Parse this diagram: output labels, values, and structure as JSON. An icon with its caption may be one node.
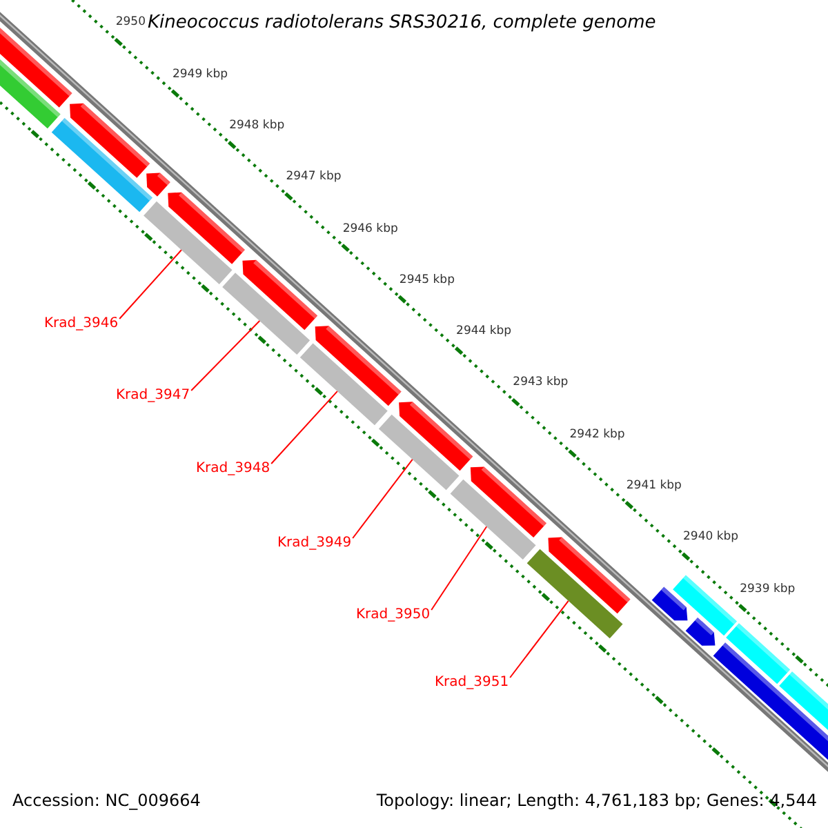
{
  "diagram": {
    "title": "Kineococcus radiotolerans SRS30216, complete genome",
    "nodes": [
      {
        "text": [
          "Krad_3946"
        ]
      },
      {
        "text": [
          "Krad_3947"
        ]
      },
      {
        "text": [
          "Krad_3948"
        ]
      },
      {
        "text": [
          "Krad_3949"
        ]
      },
      {
        "text": [
          "Krad_3950"
        ]
      },
      {
        "text": [
          "Krad_3951"
        ]
      },
      {
        "text": [],
        "shape": "bar"
      },
      {
        "text": [],
        "shape": "bar"
      },
      {
        "text": [],
        "shape": "bar"
      },
      {
        "text": [],
        "shape": "bar"
      },
      {
        "text": [],
        "shape": "bar"
      },
      {
        "text": [],
        "shape": "bar"
      }
    ],
    "edges": [
      {
        "from": 0,
        "to": 6,
        "arrow": "none"
      },
      {
        "from": 1,
        "to": 7,
        "arrow": "none"
      },
      {
        "from": 2,
        "to": 8,
        "arrow": "none"
      },
      {
        "from": 3,
        "to": 9,
        "arrow": "none"
      },
      {
        "from": 4,
        "to": 10,
        "arrow": "none"
      },
      {
        "from": 5,
        "to": 11,
        "arrow": "none"
      }
    ],
    "labels": [
      "2950",
      "2949 kbp",
      "2948 kbp",
      "2947 kbp",
      "2946 kbp",
      "2945 kbp",
      "2944 kbp",
      "2943 kbp",
      "2942 kbp",
      "2941 kbp",
      "2940 kbp",
      "2939 kbp",
      "Accession: NC_009664",
      "Topology: linear; Length: 4,761,183 bp; Genes: 4,544"
    ]
  }
}
